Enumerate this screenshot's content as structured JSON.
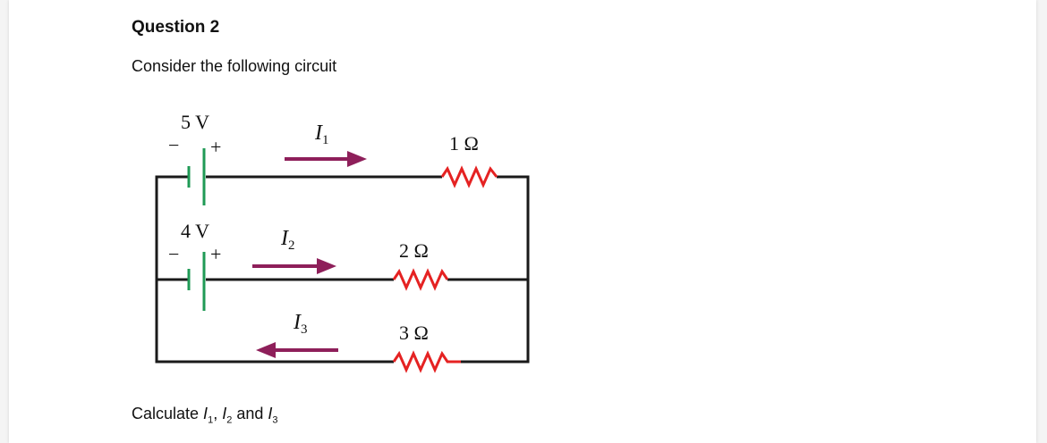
{
  "question": {
    "heading": "Question 2",
    "intro": "Consider the following circuit",
    "prompt_prefix": "Calculate ",
    "prompt_i": "I",
    "prompt_sub1": "1",
    "prompt_sep1": ", ",
    "prompt_sub2": "2",
    "prompt_sep2": " and ",
    "prompt_sub3": "3"
  },
  "circuit": {
    "battery1": {
      "voltage": "5 V",
      "neg": "−",
      "pos": "+"
    },
    "battery2": {
      "voltage": "4 V",
      "neg": "−",
      "pos": "+"
    },
    "resistor1": "1 Ω",
    "resistor2": "2 Ω",
    "resistor3": "3 Ω",
    "current1": {
      "symbol": "I",
      "sub": "1"
    },
    "current2": {
      "symbol": "I",
      "sub": "2"
    },
    "current3": {
      "symbol": "I",
      "sub": "3"
    },
    "colors": {
      "wire": "#1a1a1a",
      "battery": "#1f9a55",
      "resistor": "#e52222",
      "arrow": "#8e1f5a"
    }
  }
}
